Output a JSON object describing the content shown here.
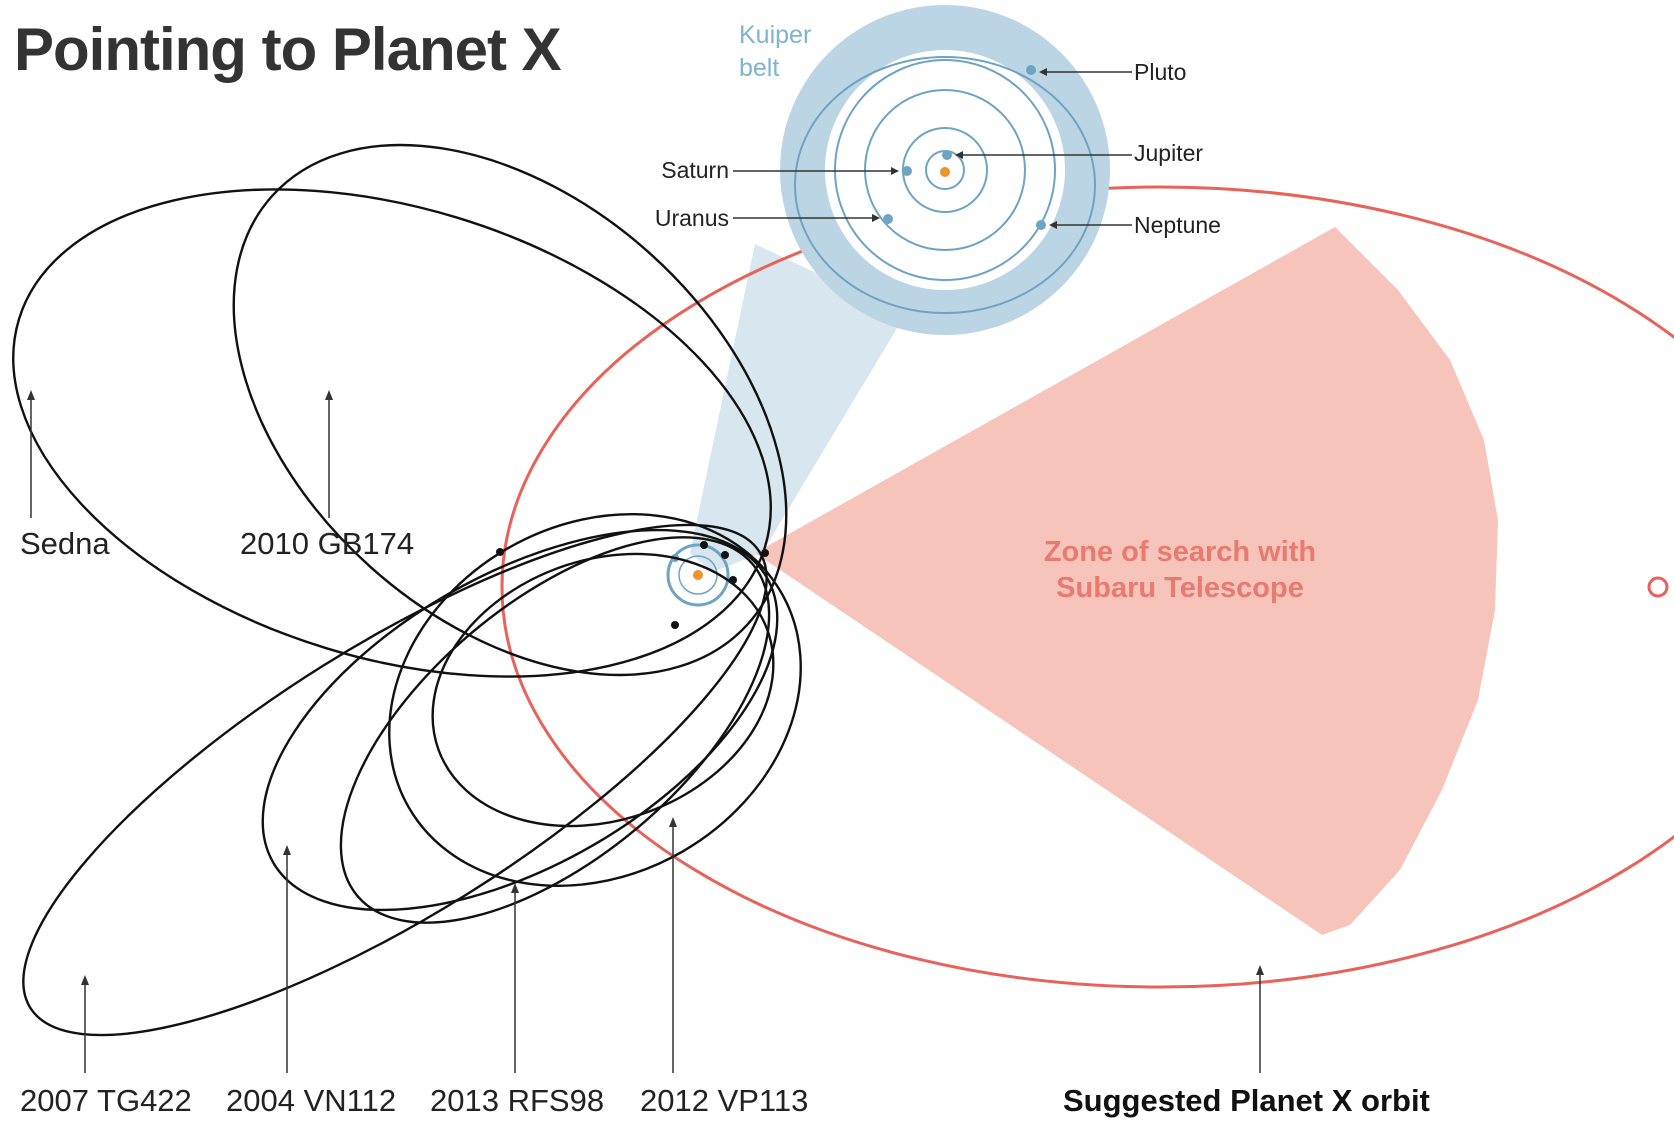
{
  "title": "Pointing to Planet X",
  "colors": {
    "orbit": "#111111",
    "planet_x_orbit": "#e8625a",
    "search_zone": "#f7c4bb",
    "kuiper_belt": "#bcd5e4",
    "inner_orbit": "#6fa3c2",
    "planet_dot": "#6fa3c2",
    "sun": "#e8952c",
    "leader_line": "#333333"
  },
  "objects": [
    {
      "label": "Sedna",
      "icon": "orbit-ellipse"
    },
    {
      "label": "2010 GB174",
      "icon": "orbit-ellipse"
    },
    {
      "label": "2007 TG422",
      "icon": "orbit-ellipse"
    },
    {
      "label": "2004 VN112",
      "icon": "orbit-ellipse"
    },
    {
      "label": "2013 RFS98",
      "icon": "orbit-ellipse"
    },
    {
      "label": "2012 VP113",
      "icon": "orbit-ellipse"
    }
  ],
  "planet_x_label": "Suggested Planet X orbit",
  "zone_label": {
    "line1": "Zone of search with",
    "line2": "Subaru Telescope"
  },
  "inset": {
    "kuiper": {
      "line1": "Kuiper",
      "line2": "belt"
    },
    "planets": [
      "Pluto",
      "Jupiter",
      "Saturn",
      "Uranus",
      "Neptune"
    ]
  }
}
